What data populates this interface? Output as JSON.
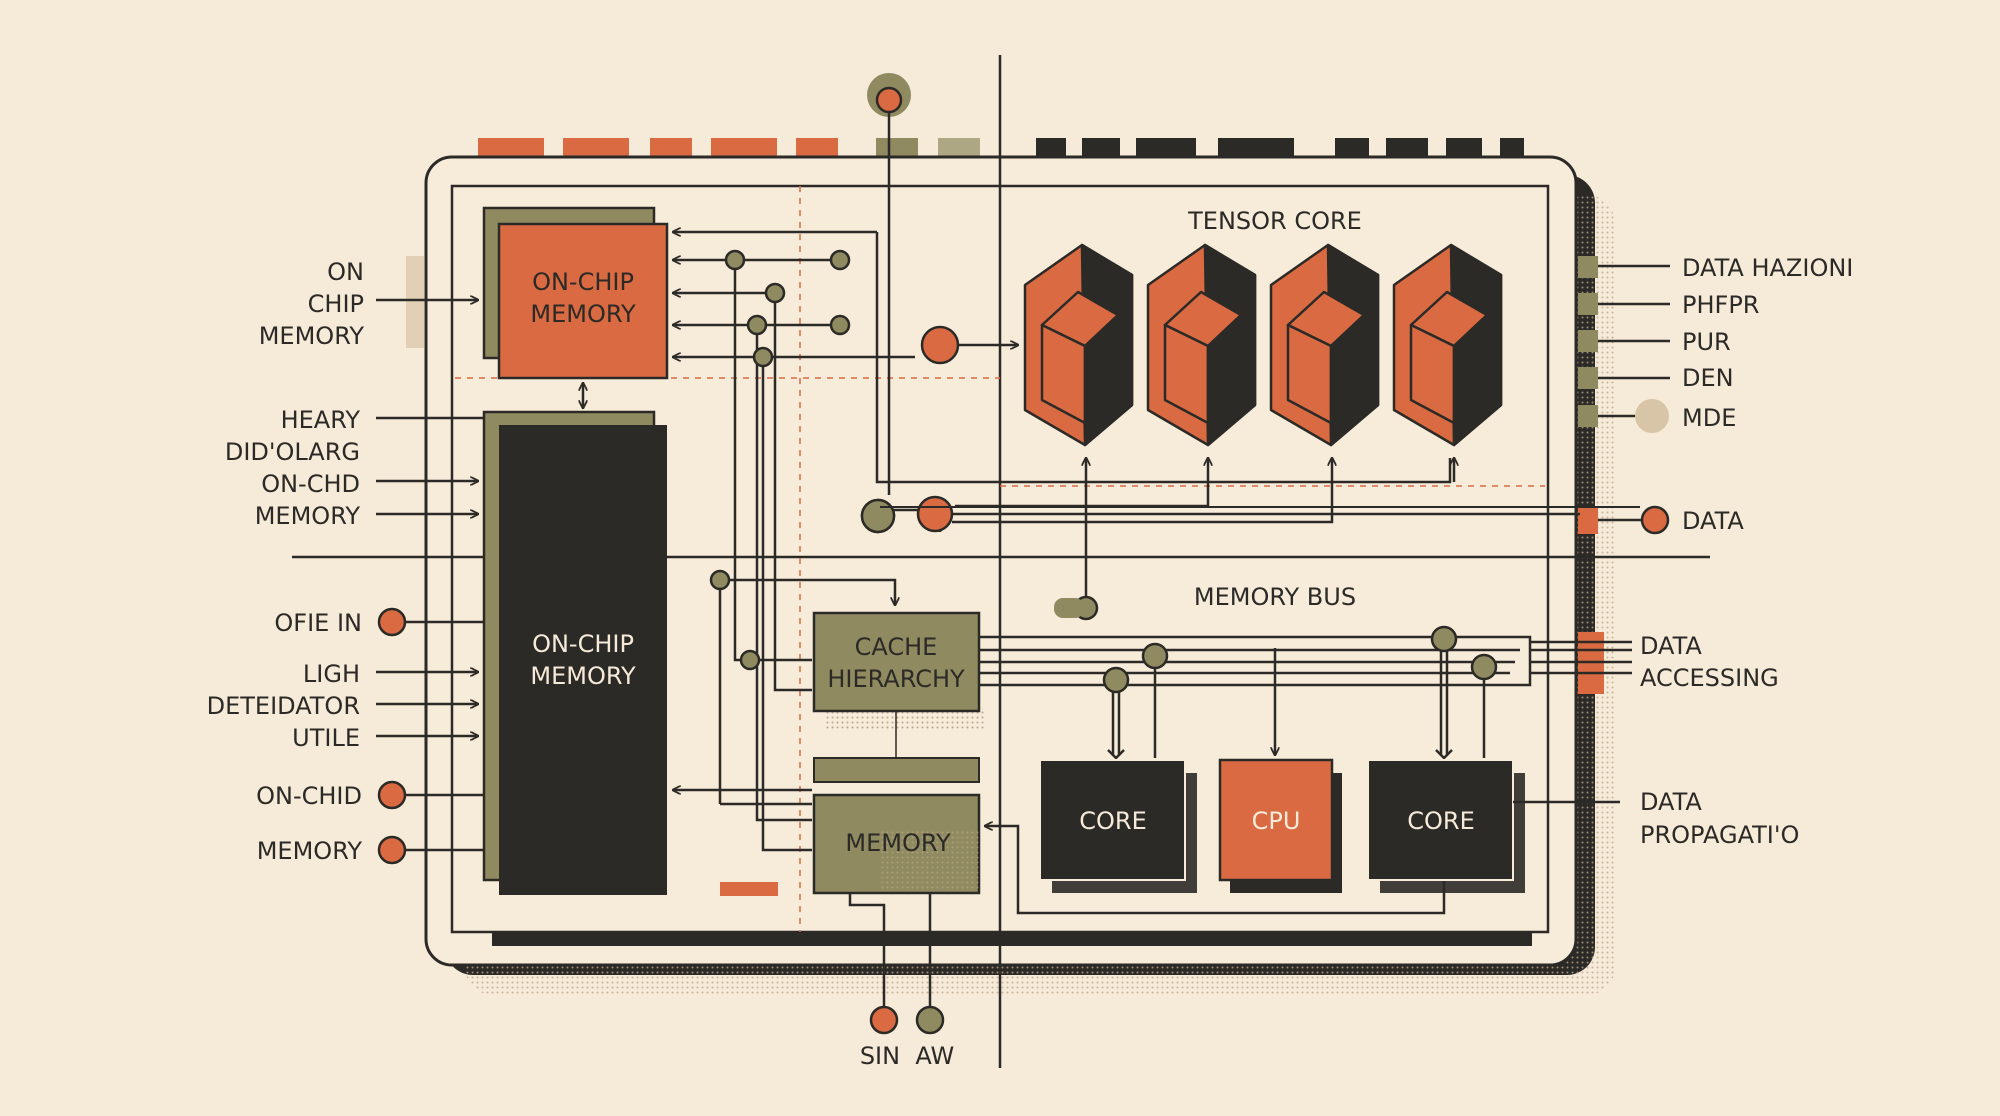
{
  "colors": {
    "background": "#f6ead8",
    "ink": "#2c2a27",
    "orange": "#d96a42",
    "olive": "#8f8a60",
    "olive_dark": "#7d7750",
    "board": "#f7ebda"
  },
  "left_labels": {
    "on_chip_memory_1": [
      "ON",
      "CHIP",
      "MEMORY"
    ],
    "heary": "HEARY",
    "did_olarg": "DID'OLARG",
    "on_chd": "ON-CHD",
    "memory_a": "MEMORY",
    "ofie_in": "OFIE IN",
    "ligh": "LIGH",
    "deteidator": "DETEIDATOR",
    "utile": "UTILE",
    "on_chid": "ON-CHID",
    "memory_b": "MEMORY"
  },
  "blocks": {
    "on_chip_memory_top": [
      "ON-CHIP",
      "MEMORY"
    ],
    "on_chip_memory_big": [
      "ON-CHIP",
      "MEMORY"
    ],
    "cache_hierarchy": [
      "CACHE",
      "HIERARCHY"
    ],
    "memory": "MEMORY",
    "core_left": "CORE",
    "cpu": "CPU",
    "core_right": "CORE"
  },
  "section_titles": {
    "tensor_core": "TENSOR CORE",
    "memory_bus": "MEMORY BUS"
  },
  "right_labels": {
    "data_hazioni": "DATA HAZIONI",
    "phfpr": "PHFPR",
    "pur": "PUR",
    "den": "DEN",
    "mde": "MDE",
    "data": "DATA",
    "data_accessing": [
      "DATA",
      "ACCESSING"
    ],
    "data_propagatio": [
      "DATA",
      "PROPAGATI'O"
    ]
  },
  "bottom_label": "SIN  AW"
}
